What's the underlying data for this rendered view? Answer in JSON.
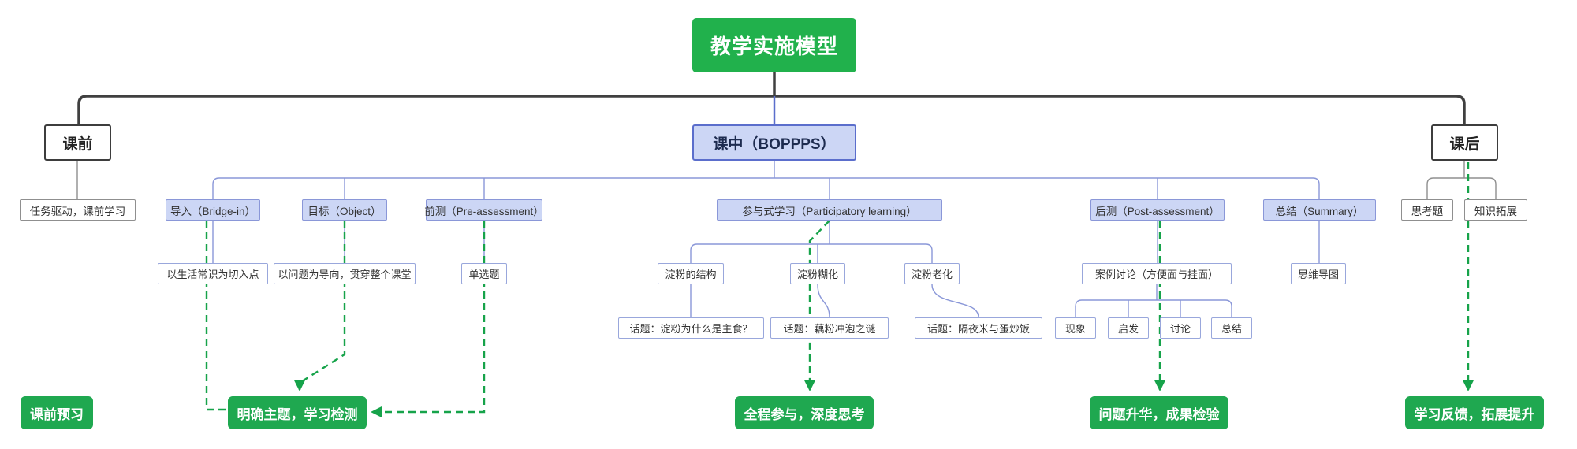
{
  "root": {
    "label": "教学实施模型"
  },
  "pre_class": {
    "label": "课前",
    "strategy": "任务驱动，课前学习",
    "outcome": "课前预习"
  },
  "in_class": {
    "label": "课中（BOPPPS）",
    "stages": {
      "bridge_in": {
        "label": "导入（Bridge-in）",
        "approach": "以生活常识为切入点"
      },
      "objective": {
        "label": "目标（Object）",
        "approach": "以问题为导向，贯穿整个课堂"
      },
      "pre_assessment": {
        "label": "前测（Pre-assessment）",
        "approach": "单选题"
      },
      "participatory": {
        "label": "参与式学习（Participatory learning）",
        "modules": {
          "structure": {
            "label": "淀粉的结构",
            "topic": "话题：淀粉为什么是主食？"
          },
          "gelatinization": {
            "label": "淀粉糊化",
            "topic": "话题：藕粉冲泡之谜"
          },
          "retrogradation": {
            "label": "淀粉老化",
            "topic": "话题：隔夜米与蛋炒饭"
          }
        }
      },
      "post_assessment": {
        "label": "后测（Post-assessment）",
        "case_label": "案例讨论（方便面与挂面）",
        "steps": [
          "现象",
          "启发",
          "讨论",
          "总结"
        ]
      },
      "summary": {
        "label": "总结（Summary）",
        "approach": "思维导图"
      }
    },
    "outcomes": {
      "bopps": "明确主题，学习检测",
      "participatory": "全程参与，深度思考",
      "post_assessment": "问题升华，成果检验"
    }
  },
  "post_class": {
    "label": "课后",
    "items": [
      "思考题",
      "知识拓展"
    ],
    "outcome": "学习反馈，拓展提升"
  },
  "colors": {
    "root_green": "#21B14C",
    "outcome_green": "#1FA850",
    "dashed_green": "#16A34A",
    "stage_fill": "#CCD6F5",
    "stage_border": "#8A97D8",
    "in_class_border": "#5B6ECC",
    "main_line": "#404040",
    "gray_line": "#8F8F8F"
  }
}
